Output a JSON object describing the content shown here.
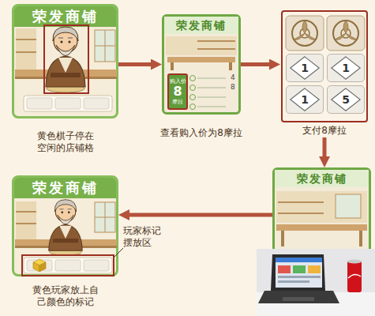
{
  "diagram": {
    "nodes": [
      {
        "text": [
          "荣发商铺",
          "黄色棋子停在空闲的店铺格"
        ]
      },
      {
        "text": [
          "荣发商铺",
          "4",
          "8",
          "查看购入价为8摩拉"
        ]
      },
      {
        "text": [
          "购入价",
          "8",
          "摩拉"
        ],
        "in": 1
      },
      {
        "text": [
          "支付8摩拉"
        ]
      },
      {
        "text": [
          "1"
        ],
        "in": 3
      },
      {
        "text": [
          "1"
        ],
        "in": 3
      },
      {
        "text": [
          "1"
        ],
        "in": 3
      },
      {
        "text": [
          "5"
        ],
        "in": 3
      },
      {
        "text": [
          "荣发商铺"
        ]
      },
      {
        "text": [
          "荣发商铺",
          "黄色玩家放上自己颜色的标记"
        ]
      }
    ],
    "edges": [
      {
        "from": 0,
        "to": 1,
        "arrow": "to"
      },
      {
        "from": 1,
        "to": 3,
        "arrow": "to"
      },
      {
        "from": 3,
        "to": 8,
        "arrow": "to"
      },
      {
        "from": 8,
        "to": 9,
        "arrow": "to"
      }
    ],
    "labels": [
      "玩家标记摆放区"
    ]
  }
}
